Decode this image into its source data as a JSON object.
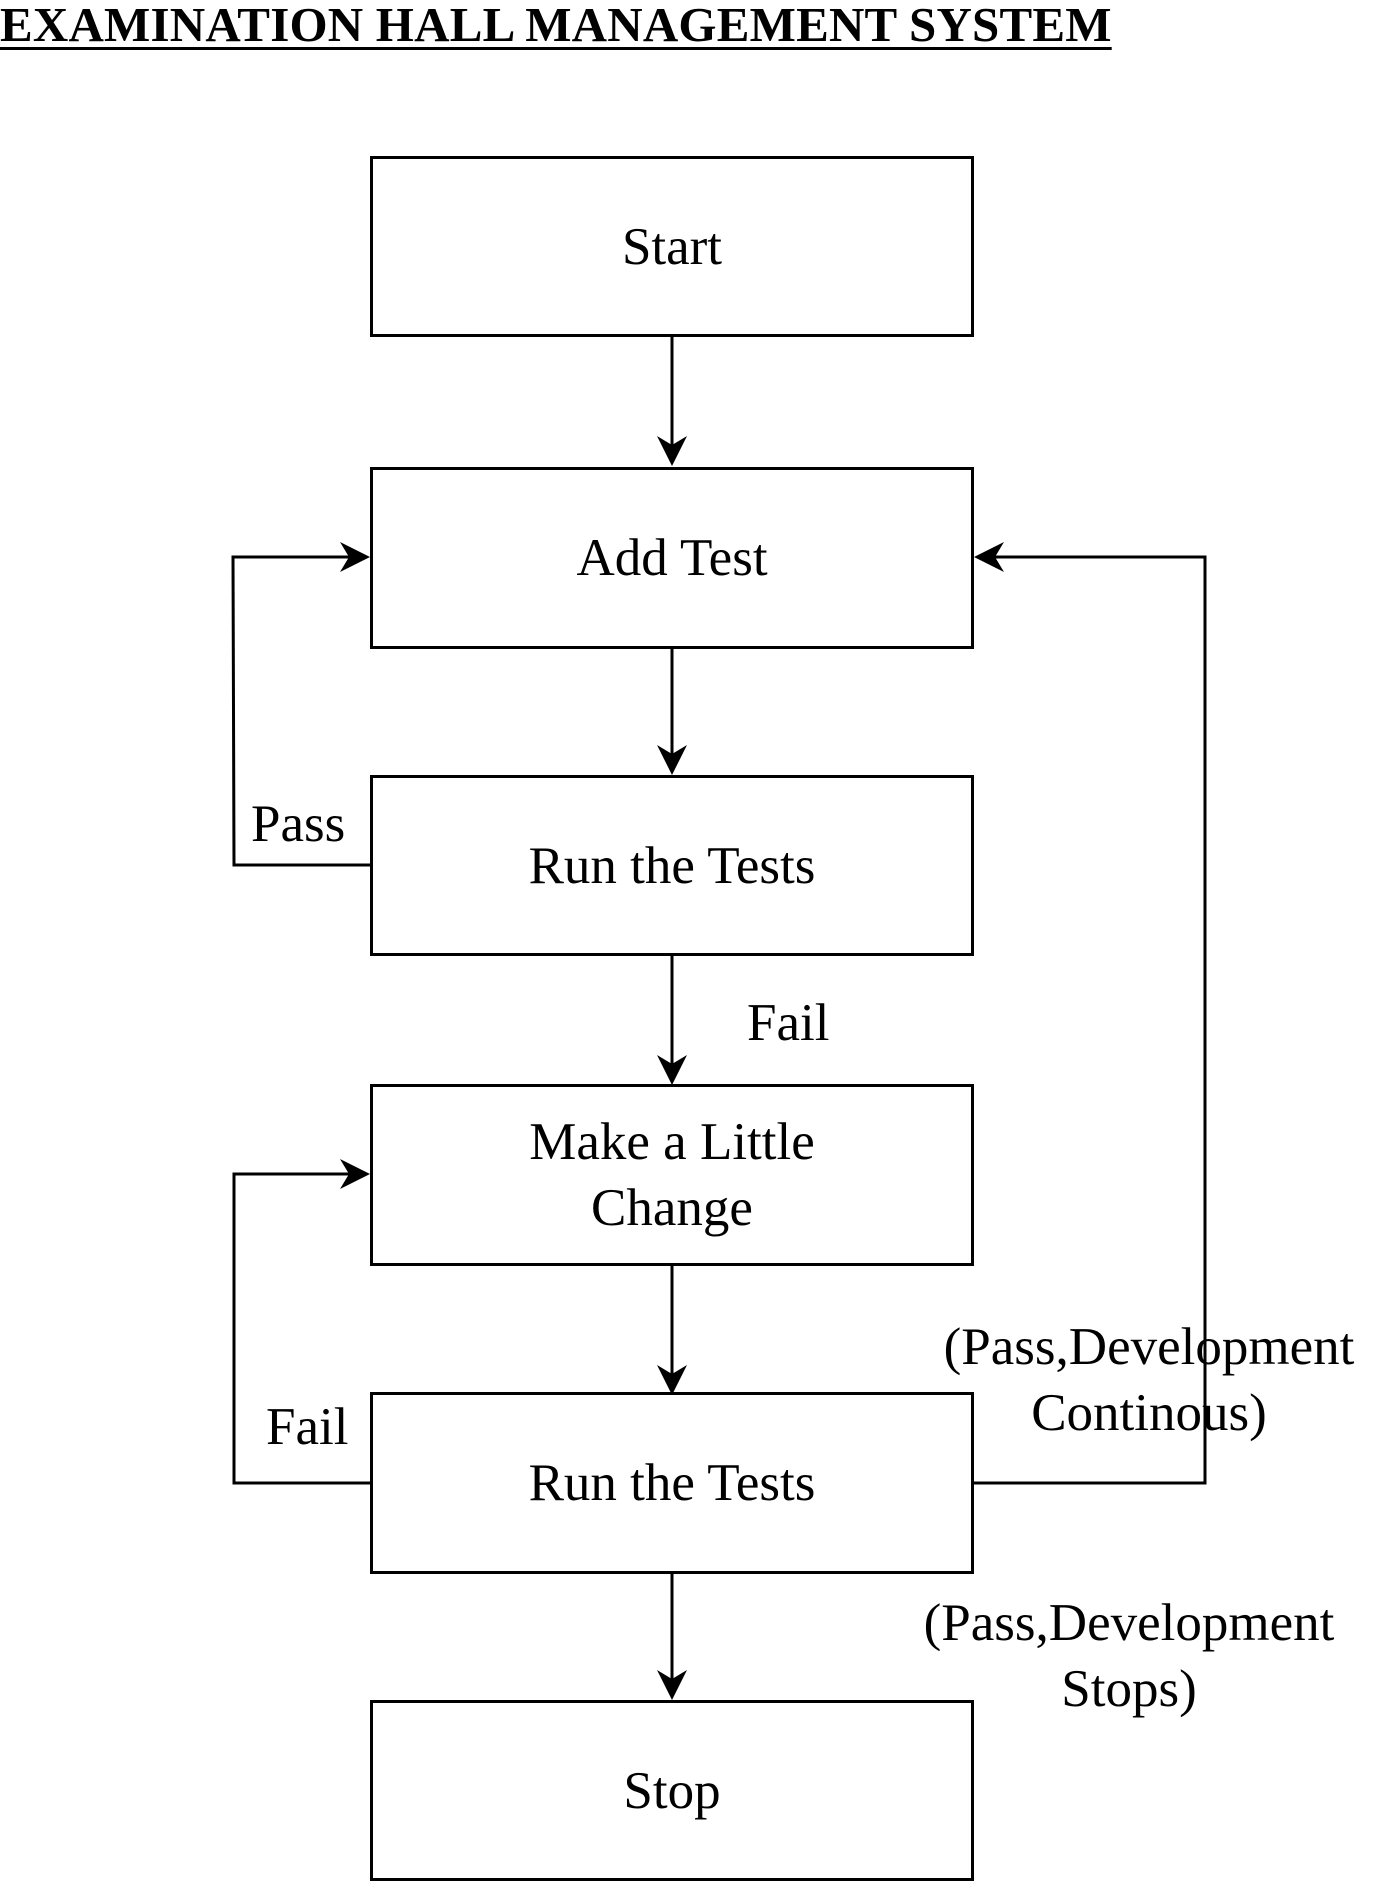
{
  "title": "EXAMINATION HALL MANAGEMENT SYSTEM",
  "nodes": {
    "start": "Start",
    "add_test": "Add Test",
    "run_tests_1": "Run the Tests",
    "make_change": "Make a Little\nChange",
    "run_tests_2": "Run the Tests",
    "stop": "Stop"
  },
  "edge_labels": {
    "pass_loop": "Pass",
    "fail_to_change": "Fail",
    "fail_loop": "Fail",
    "pass_continue": "(Pass,Development\nContinous)",
    "pass_stop": "(Pass,Development\nStops)"
  },
  "colors": {
    "stroke": "#000000",
    "background": "#ffffff"
  }
}
